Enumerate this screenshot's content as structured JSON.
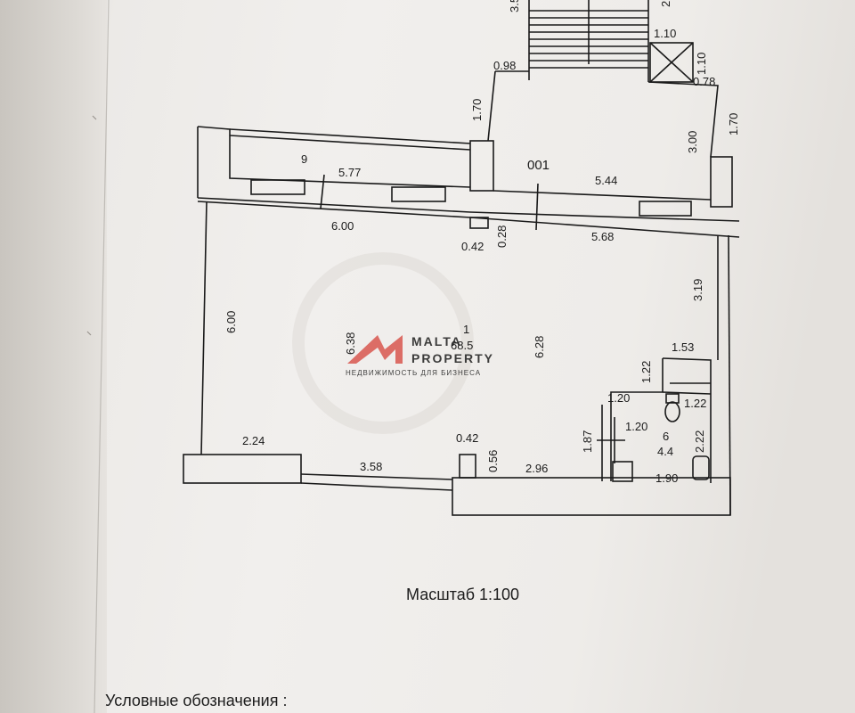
{
  "stair_top_dim": "3.5",
  "stair_right_dim": "2.",
  "elevator": {
    "top": "1.10",
    "side": "1.10",
    "bottom": "0.78"
  },
  "corridor": {
    "room_number": "001",
    "width_top": "0.98",
    "left_height": "1.70",
    "right_height": "3.00",
    "outer_height": "1.70",
    "wall_length": "5.44"
  },
  "balcony": {
    "room_number": "9",
    "length": "5.77"
  },
  "main_room": {
    "number": "1",
    "area": "68.5",
    "top_left_len": "6.00",
    "pier_width": "0.42",
    "pier_depth": "0.28",
    "top_right_len": "5.68",
    "left_height": "6.00",
    "center_height_left": "6.38",
    "center_height_right": "6.28",
    "right_upper": "3.19",
    "bottom_left": "2.24",
    "bottom_mid": "3.58",
    "column_width": "0.42",
    "column_depth": "0.56",
    "bottom_right": "2.96"
  },
  "bathroom": {
    "number": "6",
    "area": "4.4",
    "top_len": "1.53",
    "vestibule_h": "1.22",
    "wc_len": "1.20",
    "wc_h": "1.22",
    "inner_len": "1.20",
    "left_h": "1.87",
    "right_h": "2.22",
    "bottom_len": "1.90"
  },
  "watermark": {
    "line1": "MALTA",
    "line2": "PROPERTY",
    "tagline": "НЕДВИЖИМОСТЬ ДЛЯ БИЗНЕСА"
  },
  "scale": "Масштаб 1:100",
  "legend_title": "Условные обозначения :"
}
